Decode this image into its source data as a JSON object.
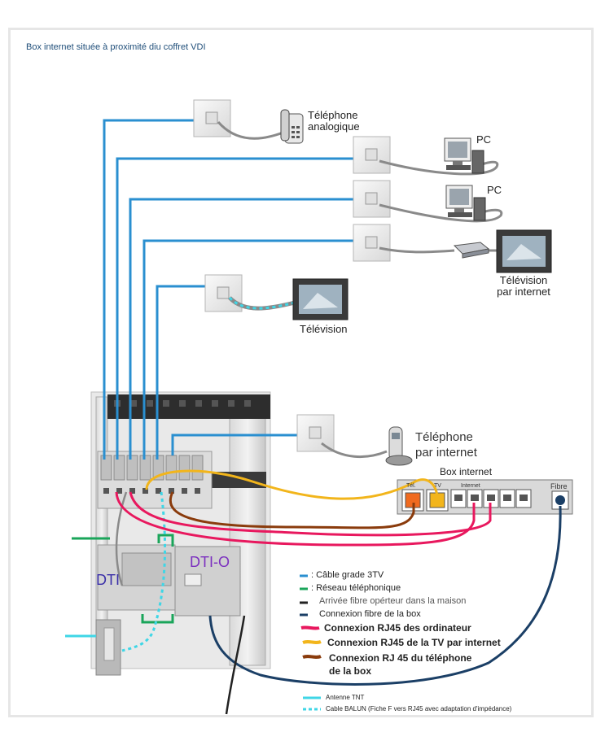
{
  "title": "Box internet située à proximité diu coffret VDI",
  "devices": {
    "telephone_analogique": "Téléphone\nanalogique",
    "pc_1": "PC",
    "pc_2": "PC",
    "television_internet": "Télévision\npar internet",
    "television": "Télévision",
    "telephone_internet": "Téléphone\npar internet",
    "box_internet": "Box internet"
  },
  "box_ports": {
    "tel": "Tél.",
    "tv": "TV",
    "internet": "Internet",
    "fibre": "Fibre"
  },
  "modules": {
    "dti": "DTI",
    "dti_o": "DTI-O"
  },
  "legend": [
    {
      "text": ": Câble grade 3TV",
      "color": "#2a8fd0"
    },
    {
      "text": ": Réseau téléphonique",
      "color": "#1aa55a"
    },
    {
      "text": "Arrivée fibre opérteur dans la maison",
      "color": "#222222"
    },
    {
      "text": "Connexion fibre de la box",
      "color": "#1b3f66"
    },
    {
      "text": "Connexion RJ45 des ordinateur",
      "color": "#e8185e"
    },
    {
      "text": "Connexion RJ45 de la TV par internet",
      "color": "#f2b51b"
    },
    {
      "text": "Connexion RJ 45 du téléphone\nde la box",
      "color": "#8a3b0c"
    }
  ],
  "legend_bottom": [
    {
      "text": "Antenne TNT",
      "color": "#3fd6e6"
    },
    {
      "text": "Cable BALUN (Fiche F vers RJ45 avec adaptation d'impédance)",
      "color": "#3fd6e6"
    }
  ]
}
